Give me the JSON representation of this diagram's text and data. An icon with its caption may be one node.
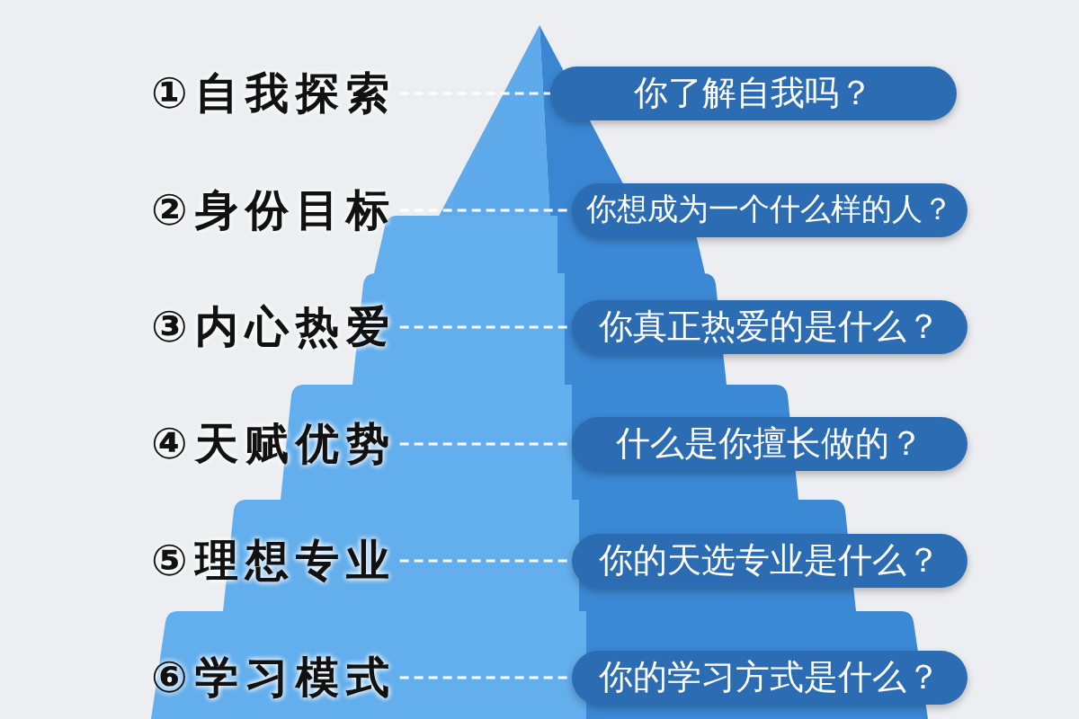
{
  "diagram": {
    "nodes": [
      {
        "text": [
          "①自我探索"
        ]
      },
      {
        "text": [
          "你了解自我吗？"
        ]
      },
      {
        "text": [
          "②身份目标"
        ]
      },
      {
        "text": [
          "你想成为一个什么样的人？"
        ]
      },
      {
        "text": [
          "③内心热爱"
        ]
      },
      {
        "text": [
          "你真正热爱的是什么？"
        ]
      },
      {
        "text": [
          "④天赋优势"
        ]
      },
      {
        "text": [
          "什么是你擅长做的？"
        ]
      },
      {
        "text": [
          "⑤理想专业"
        ]
      },
      {
        "text": [
          "你的天选专业是什么？"
        ]
      },
      {
        "text": [
          "⑥学习模式"
        ]
      },
      {
        "text": [
          "你的学习方式是什么？"
        ]
      }
    ],
    "edges": [
      {
        "from": 0,
        "to": 1,
        "arrow": "none",
        "style": "dashed"
      },
      {
        "from": 2,
        "to": 3,
        "arrow": "none",
        "style": "dashed"
      },
      {
        "from": 4,
        "to": 5,
        "arrow": "none",
        "style": "dashed"
      },
      {
        "from": 6,
        "to": 7,
        "arrow": "none",
        "style": "dashed"
      },
      {
        "from": 8,
        "to": 9,
        "arrow": "none",
        "style": "dashed"
      },
      {
        "from": 10,
        "to": 11,
        "arrow": "none",
        "style": "dashed"
      }
    ]
  }
}
